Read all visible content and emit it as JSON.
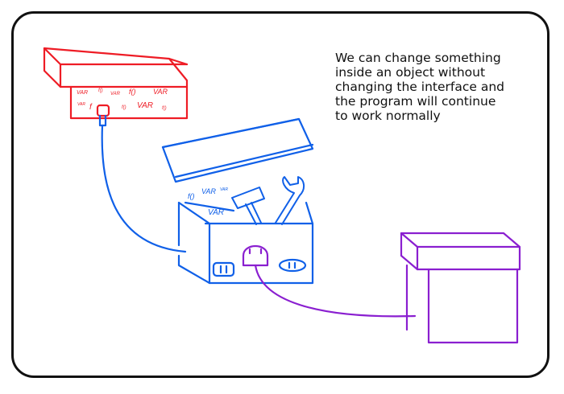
{
  "caption": {
    "lines": [
      "We can change something",
      "inside an object without",
      "changing the interface and",
      "the program will continue",
      "to work normally"
    ]
  },
  "colors": {
    "red": "#ee1c25",
    "blue": "#1060e8",
    "purple": "#8a1fd0",
    "frame": "#111111"
  },
  "red_box": {
    "labels": [
      "VAR",
      "f()",
      "VAR",
      "f()",
      "VAR",
      "VAR",
      "f",
      "f()",
      "VAR",
      "f()"
    ]
  },
  "blue_box": {
    "labels": [
      "f()",
      "VAR",
      "VAR",
      "VAR"
    ]
  }
}
